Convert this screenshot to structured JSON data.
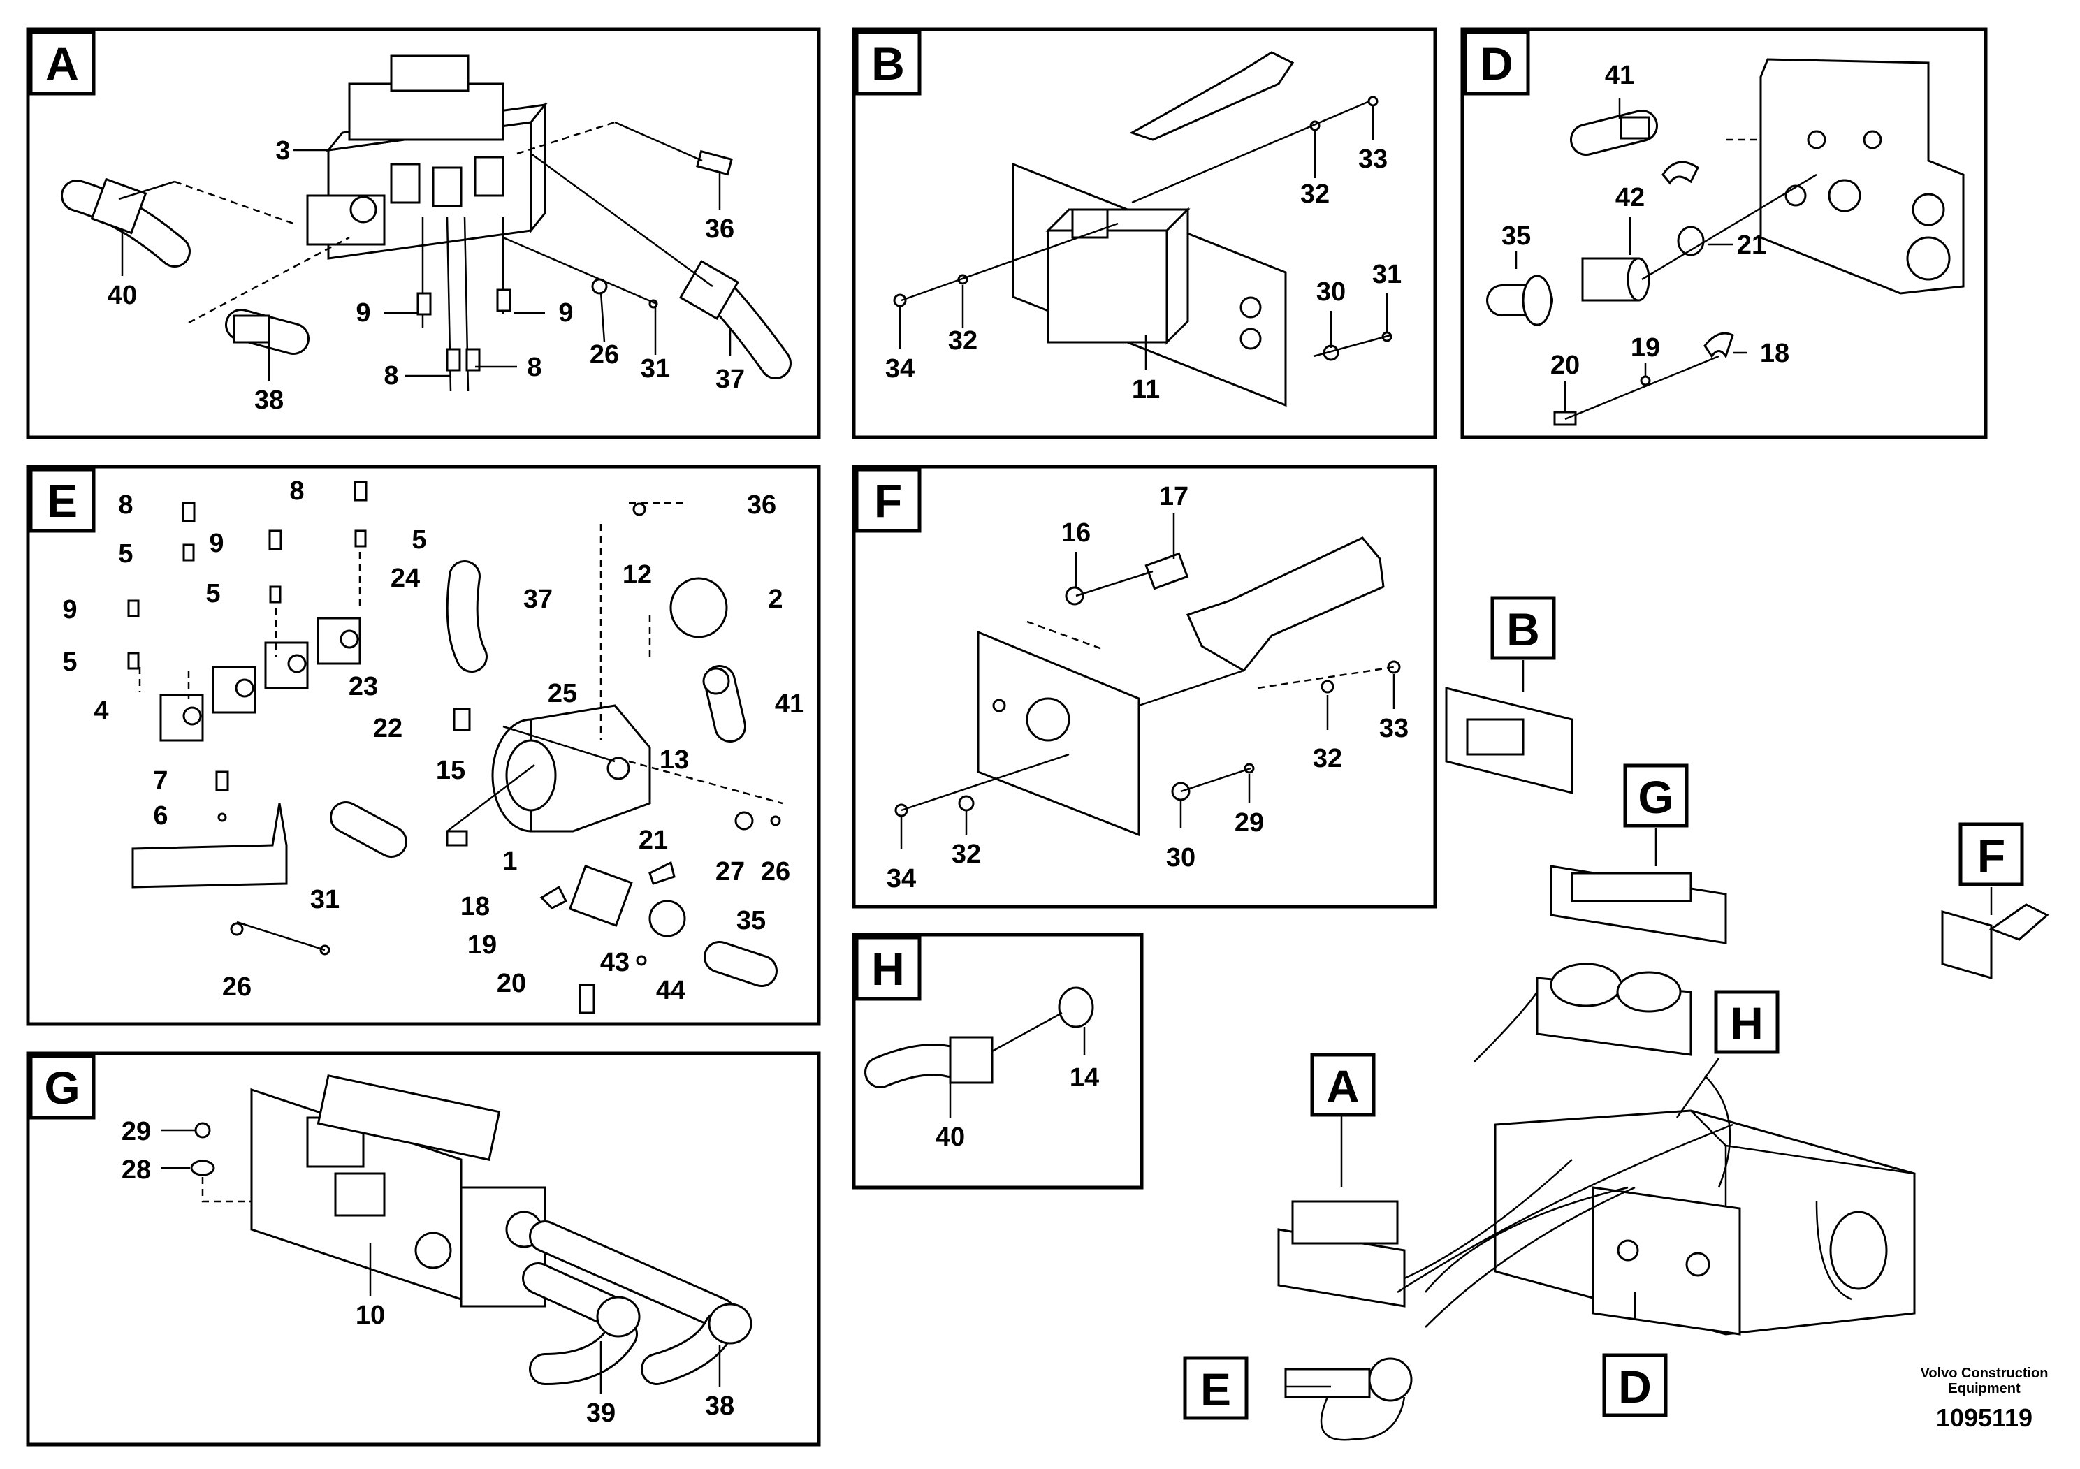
{
  "panels": {
    "A": {
      "letter": "A",
      "callouts": [
        "3",
        "40",
        "36",
        "9",
        "9",
        "8",
        "8",
        "26",
        "31",
        "37",
        "38"
      ]
    },
    "B": {
      "letter": "B",
      "callouts": [
        "33",
        "32",
        "34",
        "32",
        "11",
        "30",
        "31"
      ]
    },
    "D": {
      "letter": "D",
      "callouts": [
        "41",
        "42",
        "35",
        "21",
        "19",
        "20",
        "18"
      ]
    },
    "E": {
      "letter": "E",
      "callouts": [
        "8",
        "8",
        "5",
        "5",
        "9",
        "9",
        "5",
        "5",
        "4",
        "7",
        "6",
        "24",
        "23",
        "22",
        "25",
        "37",
        "15",
        "1",
        "21",
        "18",
        "19",
        "20",
        "43",
        "44",
        "35",
        "12",
        "36",
        "2",
        "41",
        "13",
        "27",
        "26",
        "31",
        "26"
      ]
    },
    "F": {
      "letter": "F",
      "callouts": [
        "16",
        "17",
        "33",
        "32",
        "34",
        "32",
        "30",
        "29"
      ]
    },
    "G": {
      "letter": "G",
      "callouts": [
        "29",
        "28",
        "10",
        "39",
        "38"
      ]
    },
    "H": {
      "letter": "H",
      "callouts": [
        "40",
        "14"
      ]
    }
  },
  "overview": {
    "labels": [
      "A",
      "B",
      "D",
      "E",
      "F",
      "G",
      "H"
    ]
  },
  "brand": {
    "line1": "Volvo Construction",
    "line2": "Equipment",
    "number": "1095119"
  }
}
